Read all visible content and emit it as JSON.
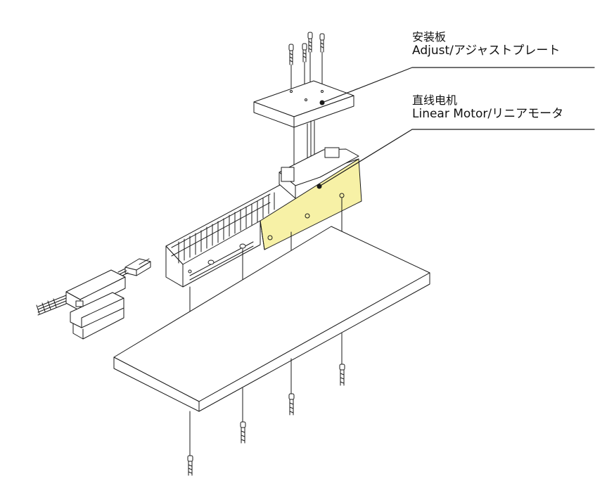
{
  "callouts": {
    "adjust_plate": {
      "zh": "安装板",
      "en": "Adjust/アジャストプレート"
    },
    "linear_motor": {
      "zh": "直线电机",
      "en": "Linear Motor/リニアモータ"
    }
  },
  "colors": {
    "line": "#1a1a1a",
    "motor_highlight": "#f7f1a6",
    "background": "#ffffff"
  }
}
